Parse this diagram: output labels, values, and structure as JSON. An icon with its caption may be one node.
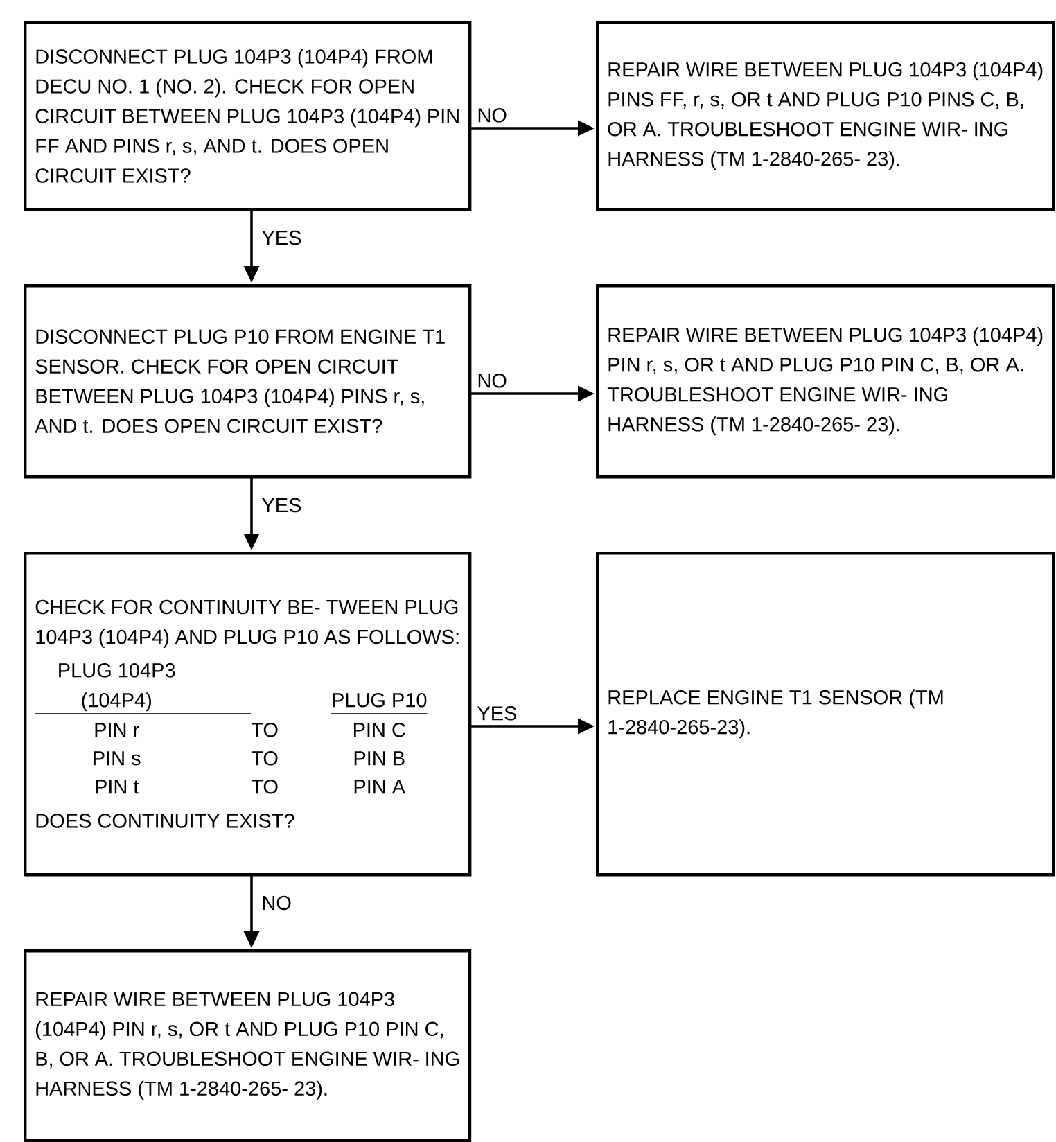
{
  "diagram": {
    "nodes": [
      {
        "text": [
          "DISCONNECT PLUG 104P3 (104P4) FROM DECU NO. 1 (NO. 2). CHECK FOR OPEN CIRCUIT BETWEEN PLUG 104P3 (104P4) PIN FF AND PINS r, s, AND t. DOES OPEN CIRCUIT EXIST?"
        ]
      },
      {
        "text": [
          "REPAIR WIRE BETWEEN PLUG 104P3 (104P4) PINS FF, r, s, OR t AND PLUG P10 PINS C, B, OR A. TROUBLESHOOT ENGINE WIR- ING HARNESS (TM 1-2840-265- 23)."
        ]
      },
      {
        "text": [
          "DISCONNECT PLUG P10 FROM ENGINE T1 SENSOR. CHECK FOR OPEN CIRCUIT BETWEEN PLUG 104P3 (104P4) PINS r, s, AND t. DOES OPEN CIRCUIT EXIST?"
        ]
      },
      {
        "text": [
          "REPAIR WIRE BETWEEN PLUG 104P3 (104P4) PIN r, s, OR t AND PLUG P10 PIN C, B, OR A. TROUBLESHOOT ENGINE WIR- ING HARNESS (TM 1-2840-265- 23)."
        ]
      },
      {
        "text": [
          "CHECK FOR CONTINUITY BE- TWEEN PLUG 104P3 (104P4) AND PLUG P10 AS FOLLOWS:",
          "PLUG 104P3 (104P4)",
          "PLUG P10",
          "PIN r",
          "TO",
          "PIN C",
          "PIN s",
          "TO",
          "PIN B",
          "PIN t",
          "TO",
          "PIN A",
          "DOES CONTINUITY EXIST?"
        ]
      },
      {
        "text": [
          "REPLACE ENGINE T1 SENSOR (TM 1-2840-265-23)."
        ]
      },
      {
        "text": [
          "REPAIR WIRE BETWEEN PLUG 104P3 (104P4) PIN r, s, OR t AND PLUG P10 PIN C, B, OR A. TROUBLESHOOT ENGINE WIR- ING HARNESS (TM 1-2840-265- 23)."
        ]
      }
    ],
    "edges": [
      {
        "from": 0,
        "to": 1,
        "arrow": "to",
        "label": "NO"
      },
      {
        "from": 0,
        "to": 2,
        "arrow": "to",
        "label": "YES"
      },
      {
        "from": 2,
        "to": 3,
        "arrow": "to",
        "label": "NO"
      },
      {
        "from": 2,
        "to": 4,
        "arrow": "to",
        "label": "YES"
      },
      {
        "from": 4,
        "to": 5,
        "arrow": "to",
        "label": "YES"
      },
      {
        "from": 4,
        "to": 6,
        "arrow": "to",
        "label": "NO"
      }
    ]
  }
}
